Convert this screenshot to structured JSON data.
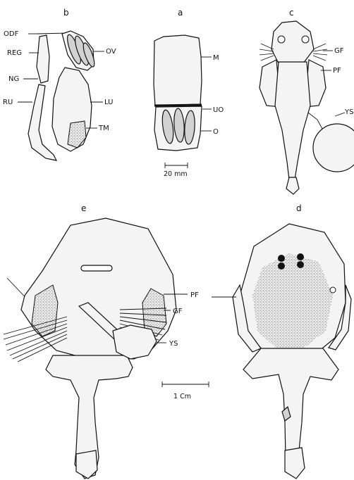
{
  "panels": {
    "a": {
      "letter": "a",
      "labels": {
        "m": "M",
        "uo": "UO",
        "o": "O"
      },
      "scale": "20 mm"
    },
    "b": {
      "letter": "b",
      "labels": {
        "odf": "ODF",
        "reg": "REG",
        "ng": "NG",
        "ru": "RU",
        "ov": "OV",
        "lu": "LU",
        "tm": "TM"
      }
    },
    "c": {
      "letter": "c",
      "labels": {
        "gf": "GF",
        "pf": "PF",
        "ys": "YS"
      }
    },
    "d": {
      "letter": "d"
    },
    "e": {
      "letter": "e",
      "labels": {
        "pf": "PF",
        "gf": "GF",
        "ys": "YS"
      },
      "scale": "1 Cm"
    }
  }
}
